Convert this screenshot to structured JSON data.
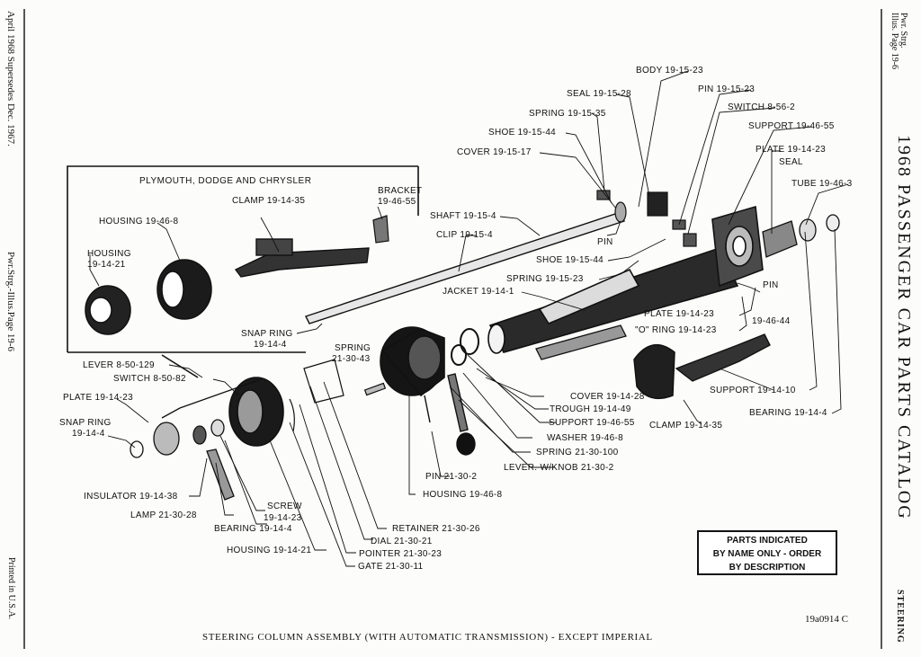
{
  "left_margin": {
    "date_note": "April 1968 Supersedes Dec. 1967.",
    "page_ref": "Pwr.Strg.-Illus.Page 19-6",
    "printed": "Printed in U.S.A."
  },
  "right_margin": {
    "page_ref_line1": "Pwr. Strg.",
    "page_ref_line2": "Illus. Page 19-6",
    "catalog_title": "1968 PASSENGER CAR PARTS CATALOG",
    "section": "STEERING"
  },
  "inset": {
    "title": "PLYMOUTH, DODGE AND CHRYSLER",
    "labels": {
      "clamp": "CLAMP 19-14-35",
      "bracket_1": "BRACKET",
      "bracket_2": "19-46-55",
      "housing_b": "HOUSING 19-46-8",
      "housing_a_1": "HOUSING",
      "housing_a_2": "19-14-21"
    }
  },
  "labels": {
    "body": "BODY 19-15-23",
    "seal_top": "SEAL 19-15-28",
    "pin_top": "PIN 19-15-23",
    "spring_top": "SPRING 19-15-35",
    "switch_top": "SWITCH 8-56-2",
    "shoe_top": "SHOE 19-15-44",
    "support_top": "SUPPORT 19-46-55",
    "cover_top": "COVER 19-15-17",
    "plate_top": "PLATE 19-14-23",
    "seal_right": "SEAL",
    "tube": "TUBE 19-46-3",
    "shaft": "SHAFT 19-15-4",
    "clip": "CLIP 19-15-4",
    "pin_mid": "PIN",
    "shoe_mid": "SHOE 19-15-44",
    "spring_mid": "SPRING 19-15-23",
    "jacket": "JACKET 19-14-1",
    "pin_right_1": "PIN",
    "pin_right_2": "19-46-44",
    "plate_mid": "PLATE 19-14-23",
    "oring": "\"O\" RING 19-14-23",
    "snap_ring_mid_1": "SNAP RING",
    "snap_ring_mid_2": "19-14-4",
    "spring_21_1": "SPRING",
    "spring_21_2": "21-30-43",
    "lever": "LEVER 8-50-129",
    "switch_left": "SWITCH 8-50-82",
    "plate_left": "PLATE 19-14-23",
    "snap_ring_left_1": "SNAP RING",
    "snap_ring_left_2": "19-14-4",
    "cover_bottom": "COVER 19-14-28",
    "trough": "TROUGH 19-14-49",
    "support_bottom": "SUPPORT 19-46-55",
    "washer": "WASHER 19-46-8",
    "spring_bottom": "SPRING 21-30-100",
    "lever_knob": "LEVER. W/KNOB 21-30-2",
    "support_right": "SUPPORT 19-14-10",
    "bearing_right": "BEARING 19-14-4",
    "clamp_bottom": "CLAMP 19-14-35",
    "pin_bottom": "PIN 21-30-2",
    "housing_bottom": "HOUSING 19-46-8",
    "insulator": "INSULATOR 19-14-38",
    "lamp": "LAMP 21-30-28",
    "screw_1": "SCREW",
    "screw_2": "19-14-23",
    "bearing_left": "BEARING 19-14-4",
    "housing_left": "HOUSING 19-14-21",
    "retainer": "RETAINER 21-30-26",
    "dial": "DIAL 21-30-21",
    "pointer": "POINTER 21-30-23",
    "gate": "GATE 21-30-11"
  },
  "notice": {
    "line1": "PARTS INDICATED",
    "line2": "BY NAME ONLY - ORDER",
    "line3": "BY DESCRIPTION"
  },
  "figure_id": "19a0914 C",
  "caption": "STEERING COLUMN ASSEMBLY (WITH AUTOMATIC TRANSMISSION) - EXCEPT IMPERIAL"
}
